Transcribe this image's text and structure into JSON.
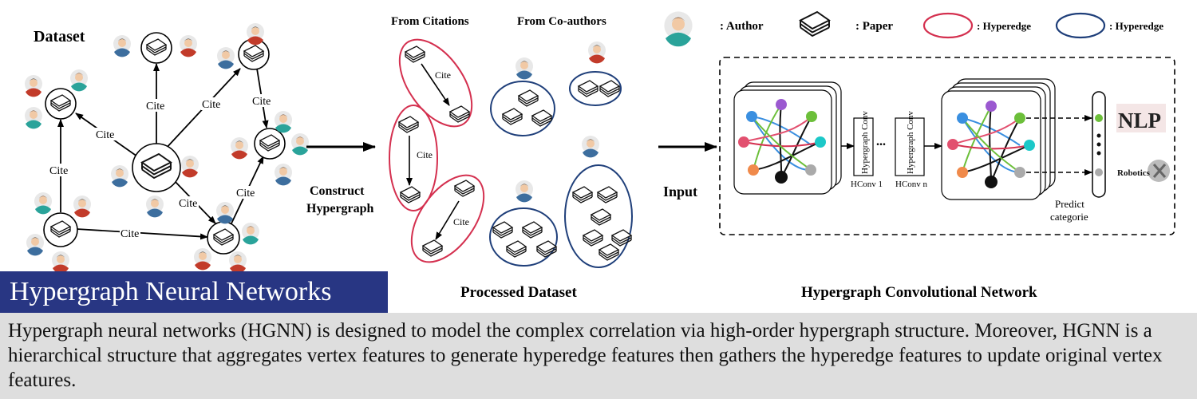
{
  "left_panel": {
    "title": "Dataset",
    "edge_label": "Cite"
  },
  "arrow_labels": {
    "construct_line1": "Construct",
    "construct_line2": "Hypergraph",
    "input": "Input"
  },
  "processed_panel": {
    "citations_heading": "From Citations",
    "coauthors_heading": "From Co-authors",
    "edge_label": "Cite",
    "caption": "Processed Dataset"
  },
  "legend": {
    "author": ": Author",
    "paper": ": Paper",
    "hyperedge_red": ": Hyperedge",
    "hyperedge_blue": ": Hyperedge"
  },
  "network_panel": {
    "conv_block_label": "Hypergraph Conv",
    "hconv_1": "HConv 1",
    "hconv_n": "HConv n",
    "ellipsis": "...",
    "predict_line1": "Predict",
    "predict_line2": "categorie",
    "output_nlp": "NLP",
    "output_robotics": "Robotics",
    "caption": "Hypergraph Convolutional Network"
  },
  "banner": {
    "title": "Hypergraph Neural Networks",
    "description": "Hypergraph neural networks (HGNN) is designed to model the complex correlation via high-order hypergraph structure. Moreover, HGNN is a hierarchical structure that aggregates vertex features to generate hyperedge features then gathers the hyperedge features to update original vertex features."
  },
  "colors": {
    "hyperedge_red": "#d4304f",
    "hyperedge_blue": "#1f3f7a",
    "banner_bg": "#283683",
    "desc_bg": "#dedede",
    "node_purple": "#9b59d0",
    "node_green": "#6cbf3a",
    "node_blue": "#3a8fe0",
    "node_pink": "#e2506f",
    "node_cyan": "#1cc8c8",
    "node_orange": "#f08a4b",
    "node_black": "#111111",
    "node_gray": "#aaaaaa"
  },
  "icons": [
    "author-icon",
    "paper-icon"
  ]
}
